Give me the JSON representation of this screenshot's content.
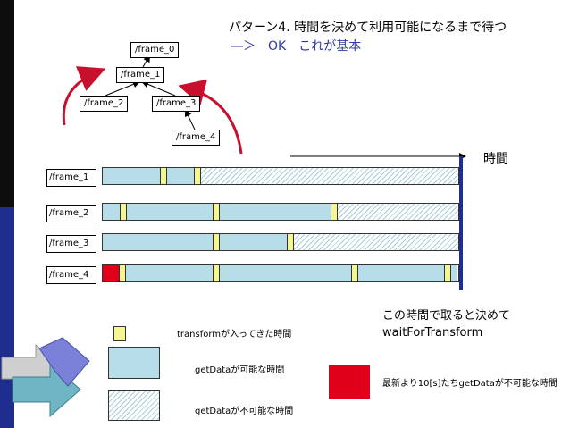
{
  "title": "パターン4. 時間を決めて利用可能になるまで待つ",
  "subtitle": "―＞　OK　これが基本",
  "tree": {
    "frame_0": "/frame_0",
    "frame_1": "/frame_1",
    "frame_2": "/frame_2",
    "frame_3": "/frame_3",
    "frame_4": "/frame_4"
  },
  "time_axis_label": "時間",
  "rows": [
    {
      "label": "/frame_1"
    },
    {
      "label": "/frame_2"
    },
    {
      "label": "/frame_3"
    },
    {
      "label": "/frame_4"
    }
  ],
  "note_line1": "この時間で取ると決めて",
  "note_line2": "waitForTransform",
  "legend": {
    "transform_arrival": "transformが入ってきた時間",
    "getdata_possible": "getDataが可能な時間",
    "getdata_impossible": "getDataが不可能な時間",
    "stale_label": "最新より10[s]たちgetDataが不可能な時間"
  },
  "colors": {
    "available": "#b7dde8",
    "transform_tick": "#f5f592",
    "stale": "#e0001a",
    "cutoff_line": "#1f2d8f",
    "curved_arrows": "#c8102e"
  }
}
